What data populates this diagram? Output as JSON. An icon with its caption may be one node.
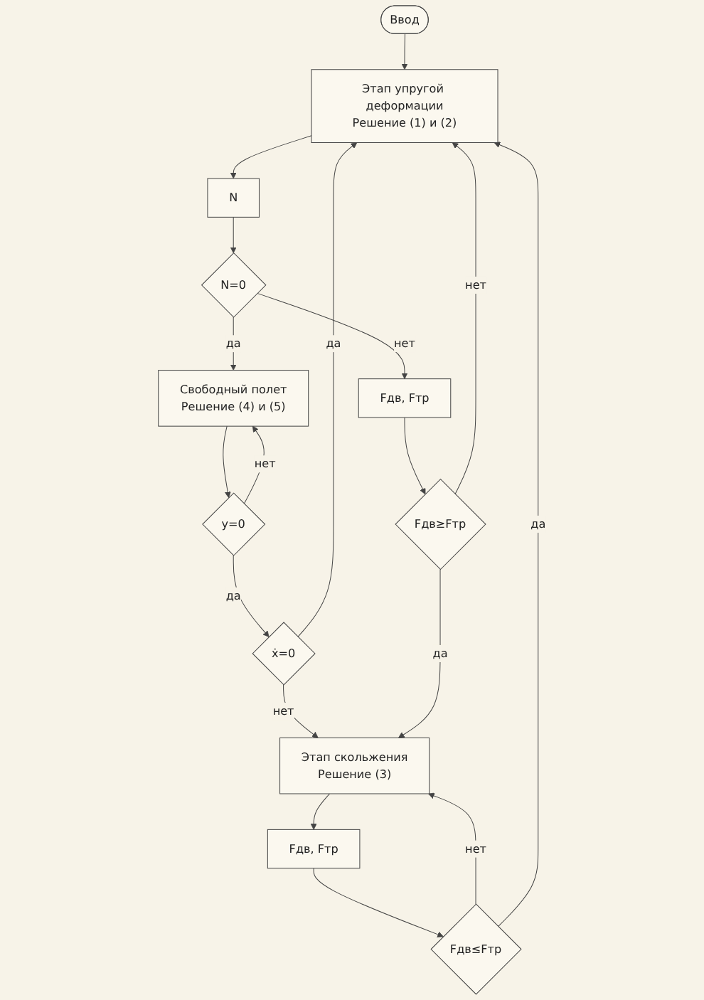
{
  "diagram": {
    "nodes": [
      {
        "text": [
          "Ввод"
        ]
      },
      {
        "text": [
          "Этап упругой деформации",
          "Решение (1) и (2)"
        ]
      },
      {
        "text": [
          "N"
        ]
      },
      {
        "text": [
          "N=0"
        ]
      },
      {
        "text": [
          "Свободный полет",
          "Решение (4) и (5)"
        ]
      },
      {
        "text": [
          "y=0"
        ]
      },
      {
        "text": [
          "ẋ=0"
        ]
      },
      {
        "text": [
          "Fдв, Fтр"
        ]
      },
      {
        "text": [
          "Fдв≥Fтр"
        ]
      },
      {
        "text": [
          "Этап скольжения",
          "Решение (3)"
        ]
      },
      {
        "text": [
          "Fдв, Fтр"
        ]
      },
      {
        "text": [
          "Fдв≤Fтр"
        ]
      }
    ],
    "edges": [
      {
        "from": 0,
        "to": 1,
        "arrow": "to"
      },
      {
        "from": 1,
        "to": 2,
        "arrow": "to"
      },
      {
        "from": 2,
        "to": 3,
        "arrow": "to"
      },
      {
        "from": 3,
        "to": 4,
        "arrow": "to",
        "label": "да"
      },
      {
        "from": 3,
        "to": 7,
        "arrow": "to",
        "label": "нет"
      },
      {
        "from": 4,
        "to": 5,
        "arrow": "to"
      },
      {
        "from": 5,
        "to": 4,
        "arrow": "to",
        "label": "нет"
      },
      {
        "from": 5,
        "to": 6,
        "arrow": "to",
        "label": "да"
      },
      {
        "from": 6,
        "to": 1,
        "arrow": "to",
        "label": "да"
      },
      {
        "from": 6,
        "to": 9,
        "arrow": "to",
        "label": "нет"
      },
      {
        "from": 7,
        "to": 8,
        "arrow": "to"
      },
      {
        "from": 8,
        "to": 1,
        "arrow": "to",
        "label": "нет"
      },
      {
        "from": 8,
        "to": 9,
        "arrow": "to",
        "label": "да"
      },
      {
        "from": 9,
        "to": 10,
        "arrow": "to"
      },
      {
        "from": 10,
        "to": 11,
        "arrow": "to"
      },
      {
        "from": 11,
        "to": 9,
        "arrow": "to",
        "label": "нет"
      },
      {
        "from": 11,
        "to": 1,
        "arrow": "to",
        "label": "да"
      }
    ]
  }
}
